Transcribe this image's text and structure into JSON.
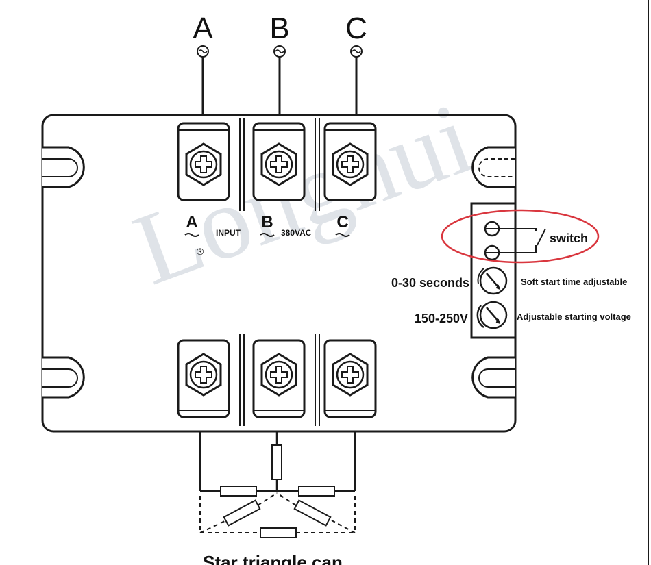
{
  "phase_labels": [
    "A",
    "B",
    "C"
  ],
  "input_labels": {
    "a": "A",
    "b": "B",
    "c": "C",
    "input": "INPUT",
    "voltage": "380VAC",
    "registered": "®"
  },
  "watermark": "Longhui",
  "control_panel": {
    "switch_label": "switch",
    "time_range": "0-30 seconds",
    "time_desc": "Soft start time adjustable",
    "voltage_range": "150-250V",
    "voltage_desc": "Adjustable starting voltage"
  },
  "footer_caption": "Star triangle can",
  "colors": {
    "line": "#1a1a1a",
    "highlight": "#d9363e",
    "watermark": "#dfe3e8"
  }
}
